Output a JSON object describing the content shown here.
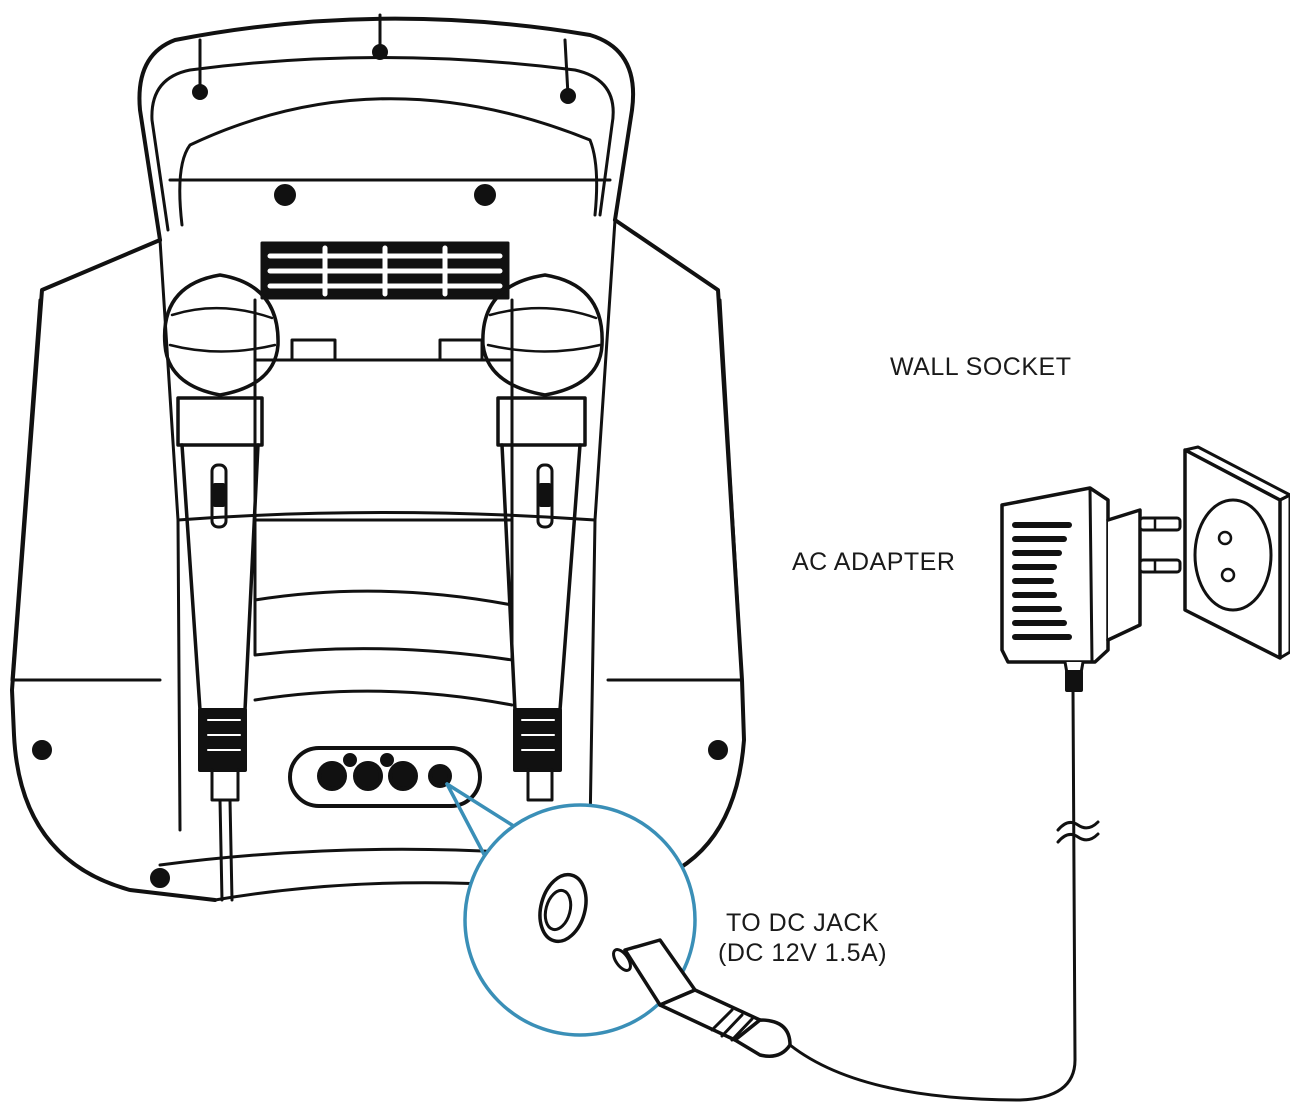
{
  "labels": {
    "wall_socket": "WALL  SOCKET",
    "ac_adapter": "AC ADAPTER",
    "dc_jack_line1": "TO DC JACK",
    "dc_jack_line2": "(DC 12V 1.5A)"
  },
  "colors": {
    "line": "#111111",
    "callout": "#3a8fb7",
    "background": "#ffffff"
  }
}
